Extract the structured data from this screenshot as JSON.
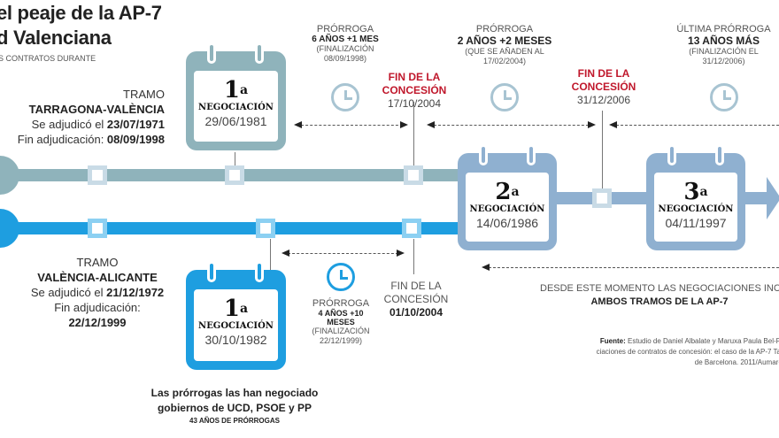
{
  "header": {
    "title_line1": "el peaje de la AP-7",
    "title_line2": "d Valenciana",
    "subtitle": "S CONTRATOS DURANTE"
  },
  "tramo1": {
    "label": "TRAMO",
    "name": "TARRAGONA-VALÈNCIA",
    "adjudico_prefix": "Se adjudicó el ",
    "adjudico_date": "23/07/1971",
    "fin_prefix": "Fin adjudicación: ",
    "fin_date": "08/09/1998"
  },
  "tramo2": {
    "label": "TRAMO",
    "name": "VALÈNCIA-ALICANTE",
    "adjudico_prefix": "Se adjudicó el ",
    "adjudico_date": "21/12/1972",
    "fin_prefix": "Fin adjudicación:",
    "fin_date": "22/12/1999"
  },
  "negotiations": [
    {
      "num": "1",
      "sup": "a",
      "label": "NEGOCIACIÓN",
      "date": "29/06/1981"
    },
    {
      "num": "1",
      "sup": "a",
      "label": "NEGOCIACIÓN",
      "date": "30/10/1982"
    },
    {
      "num": "2",
      "sup": "a",
      "label": "NEGOCIACIÓN",
      "date": "14/06/1986"
    },
    {
      "num": "3",
      "sup": "a",
      "label": "NEGOCIACIÓN",
      "date": "04/11/1997"
    }
  ],
  "prorrogas": [
    {
      "label": "PRÓRROGA",
      "amount": "6 AÑOS +1 MES",
      "note1": "(FINALIZACIÓN",
      "note2": "08/09/1998)"
    },
    {
      "label": "PRÓRROGA",
      "amount": "2 AÑOS +2 MESES",
      "note1": "(QUE SE AÑADEN AL",
      "note2": "17/02/2004)"
    },
    {
      "label": "ÚLTIMA PRÓRROGA",
      "amount": "13 AÑOS MÁS",
      "note1": "(FINALIZACIÓN EL",
      "note2": "31/12/2006)"
    },
    {
      "label": "PRÓRROGA",
      "amount1": "4 AÑOS +10",
      "amount2": "MESES",
      "note1": "(FINALIZACIÓN",
      "note2": "22/12/1999)"
    }
  ],
  "fin_concesion": [
    {
      "l1": "FIN DE LA",
      "l2": "CONCESIÓN",
      "date": "17/10/2004"
    },
    {
      "l1": "FIN DE LA",
      "l2": "CONCESIÓN",
      "date": "31/12/2006"
    },
    {
      "l1": "FIN DE LA",
      "l2": "CONCESIÓN",
      "date": "01/10/2004"
    }
  ],
  "both": {
    "line1": "DESDE ESTE MOMENTO LAS NEGOCIACIONES INCLU",
    "line2": "AMBOS TRAMOS DE LA AP-7"
  },
  "footer": {
    "l1": "Las prórrogas las han negociado",
    "l2": "gobiernos de UCD, PSOE y PP",
    "l3": "43 AÑOS DE PRÓRROGAS"
  },
  "source": {
    "label": "Fuente:",
    "l1": " Estudio de Daniel Albalate y Maruxa Paula Bel-P",
    "l2": "ciaciones de contratos de concesión: el caso de la AP-7 Ta",
    "l3": "de Barcelona. 2011/Aumar-"
  },
  "colors": {
    "top_line": "#8fb3bb",
    "bottom_line": "#1e9ee0",
    "merged_line": "#8fb0d0",
    "red": "#c0182c"
  }
}
